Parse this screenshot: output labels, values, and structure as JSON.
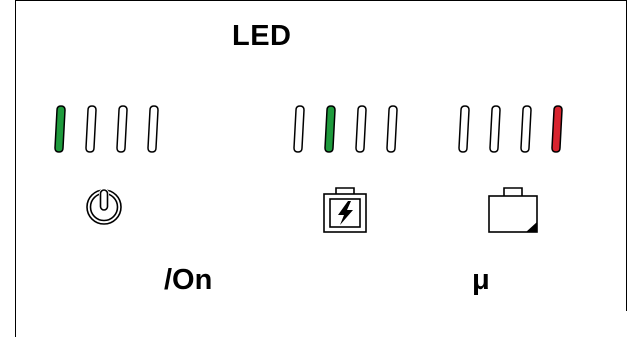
{
  "title": "LED",
  "led_groups": [
    {
      "name": "power",
      "leds": [
        "on",
        "off",
        "off",
        "off"
      ],
      "icon": "power-icon",
      "label": "/On"
    },
    {
      "name": "battery",
      "leds": [
        "off",
        "on",
        "off",
        "off"
      ],
      "icon": "battery-charging-icon",
      "label": ""
    },
    {
      "name": "network",
      "leds": [
        "off",
        "off",
        "off",
        "error"
      ],
      "icon": "ethernet-port-icon",
      "label": "μ"
    }
  ],
  "colors": {
    "led_on": "#1e9a3c",
    "led_error": "#d8242f",
    "led_off": "#ffffff",
    "outline": "#000000"
  }
}
